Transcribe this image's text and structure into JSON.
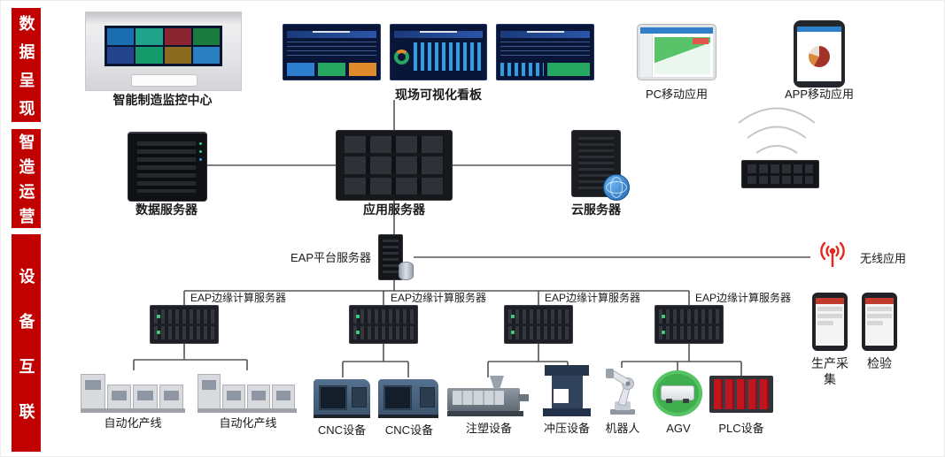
{
  "sections": [
    {
      "id": "presentation",
      "label": "数据呈现"
    },
    {
      "id": "operation",
      "label": "智造运营"
    },
    {
      "id": "interconnect",
      "label": "设备互联"
    }
  ],
  "presentation": {
    "monitor_center": "智能制造监控中心",
    "dashboards": "现场可视化看板",
    "pc_app": "PC移动应用",
    "mobile_app": "APP移动应用"
  },
  "operation": {
    "data_server": "数据服务器",
    "app_server": "应用服务器",
    "cloud_server": "云服务器"
  },
  "interconnect": {
    "eap_platform": "EAP平台服务器",
    "wireless": "无线应用",
    "edge_servers": [
      {
        "label": "EAP边缘计算服务器"
      },
      {
        "label": "EAP边缘计算服务器"
      },
      {
        "label": "EAP边缘计算服务器"
      },
      {
        "label": "EAP边缘计算服务器"
      }
    ],
    "equipment": [
      {
        "label": "自动化产线"
      },
      {
        "label": "自动化产线"
      },
      {
        "label": "CNC设备"
      },
      {
        "label": "CNC设备"
      },
      {
        "label": "注塑设备"
      },
      {
        "label": "冲压设备"
      },
      {
        "label": "机器人"
      },
      {
        "label": "AGV"
      },
      {
        "label": "PLC设备"
      }
    ],
    "production_collect": "生产采集",
    "inspection": "检验"
  },
  "icons": {
    "wireless": "radio-signal-icon"
  },
  "colors": {
    "section_red": "#c10000",
    "wireless_red": "#e8251d",
    "line_gray": "#555555"
  }
}
